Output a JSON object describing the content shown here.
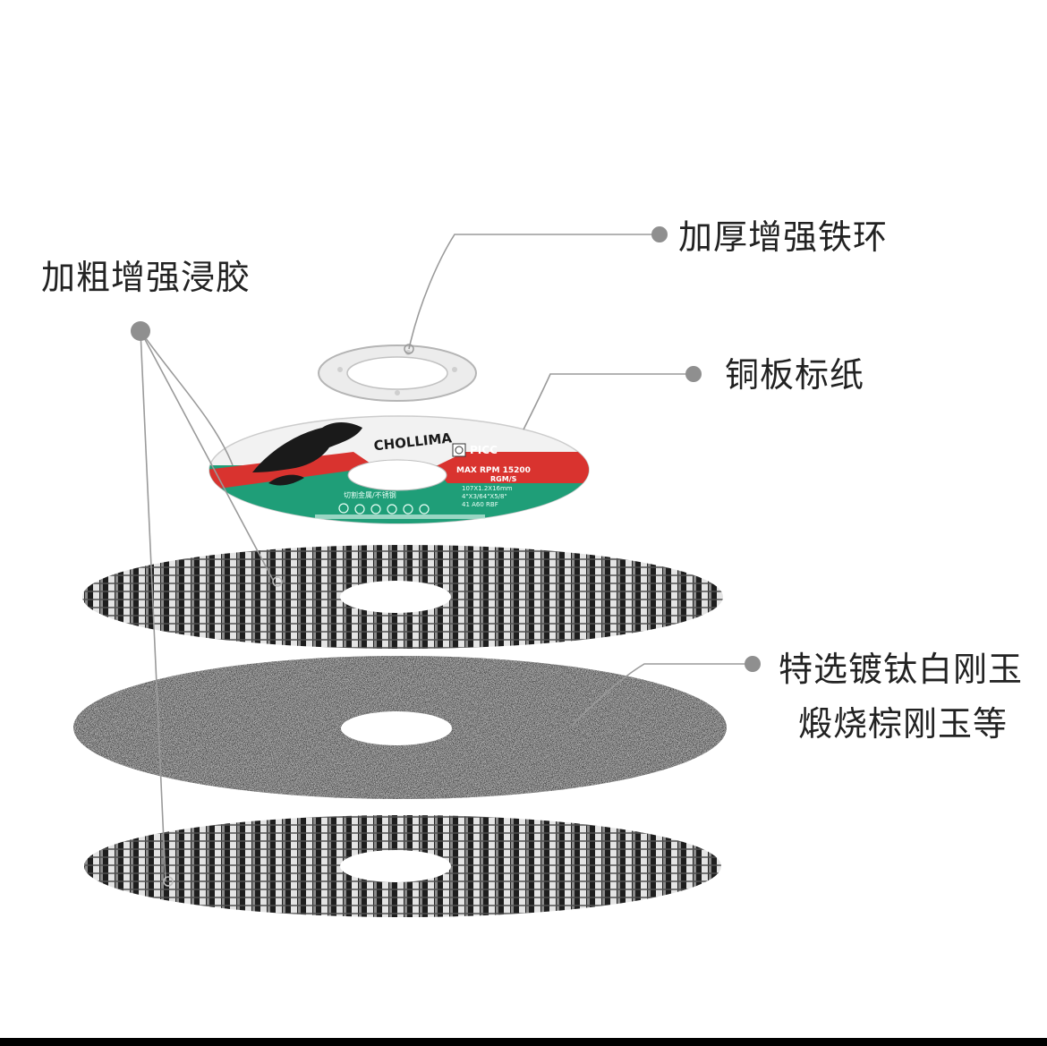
{
  "labels": {
    "fiber_mesh": "加粗增强浸胶",
    "iron_ring": "加厚增强铁环",
    "paper_label": "铜板标纸",
    "abrasive_line1": "特选镀钛白刚玉",
    "abrasive_line2": "煅烧棕刚玉等"
  },
  "disc_label_print": {
    "brand": "CHOLLIMA",
    "cert": "PICC",
    "rpm": "MAX RPM 15200",
    "grade": "RGM/S",
    "spec1": "107X1.2X16mm",
    "spec2": "4\"X3/64\"X5/8\"",
    "spec3": "41 A60 RBF",
    "usage": "切割金属/不锈钢"
  },
  "colors": {
    "label_green": "#1f9e78",
    "label_red": "#d9332f",
    "callout_dot": "#8f8f8f",
    "callout_line": "#9a9a9a",
    "abrasive": "#3a3a3a"
  },
  "icons": [
    "horse-logo-icon",
    "certification-icon"
  ]
}
